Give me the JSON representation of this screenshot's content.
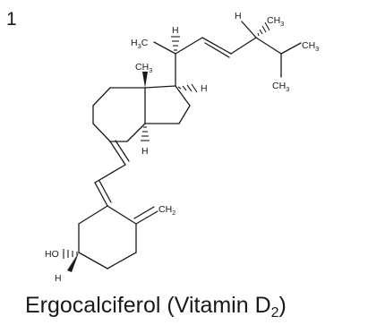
{
  "figure_number": "1",
  "caption": {
    "text": "Ergocalciferol (Vitamin D",
    "subscript": "2",
    "close": ")"
  },
  "atoms": {
    "h_top": "H",
    "ch3_top": "CH",
    "ch3_top_sub": "3",
    "h3c_left": "H",
    "h3c_left_sub": "3",
    "h3c_left_c": "C",
    "h_chain": "H",
    "ch3_right": "CH",
    "ch3_right_sub": "3",
    "ch3_lower": "CH",
    "ch3_lower_sub": "3",
    "ch3_angular": "CH",
    "ch3_angular_sub": "3",
    "h_c17": "H",
    "h_c14": "H",
    "ch2": "CH",
    "ch2_sub": "2",
    "ho": "HO",
    "h_c3": "H"
  }
}
